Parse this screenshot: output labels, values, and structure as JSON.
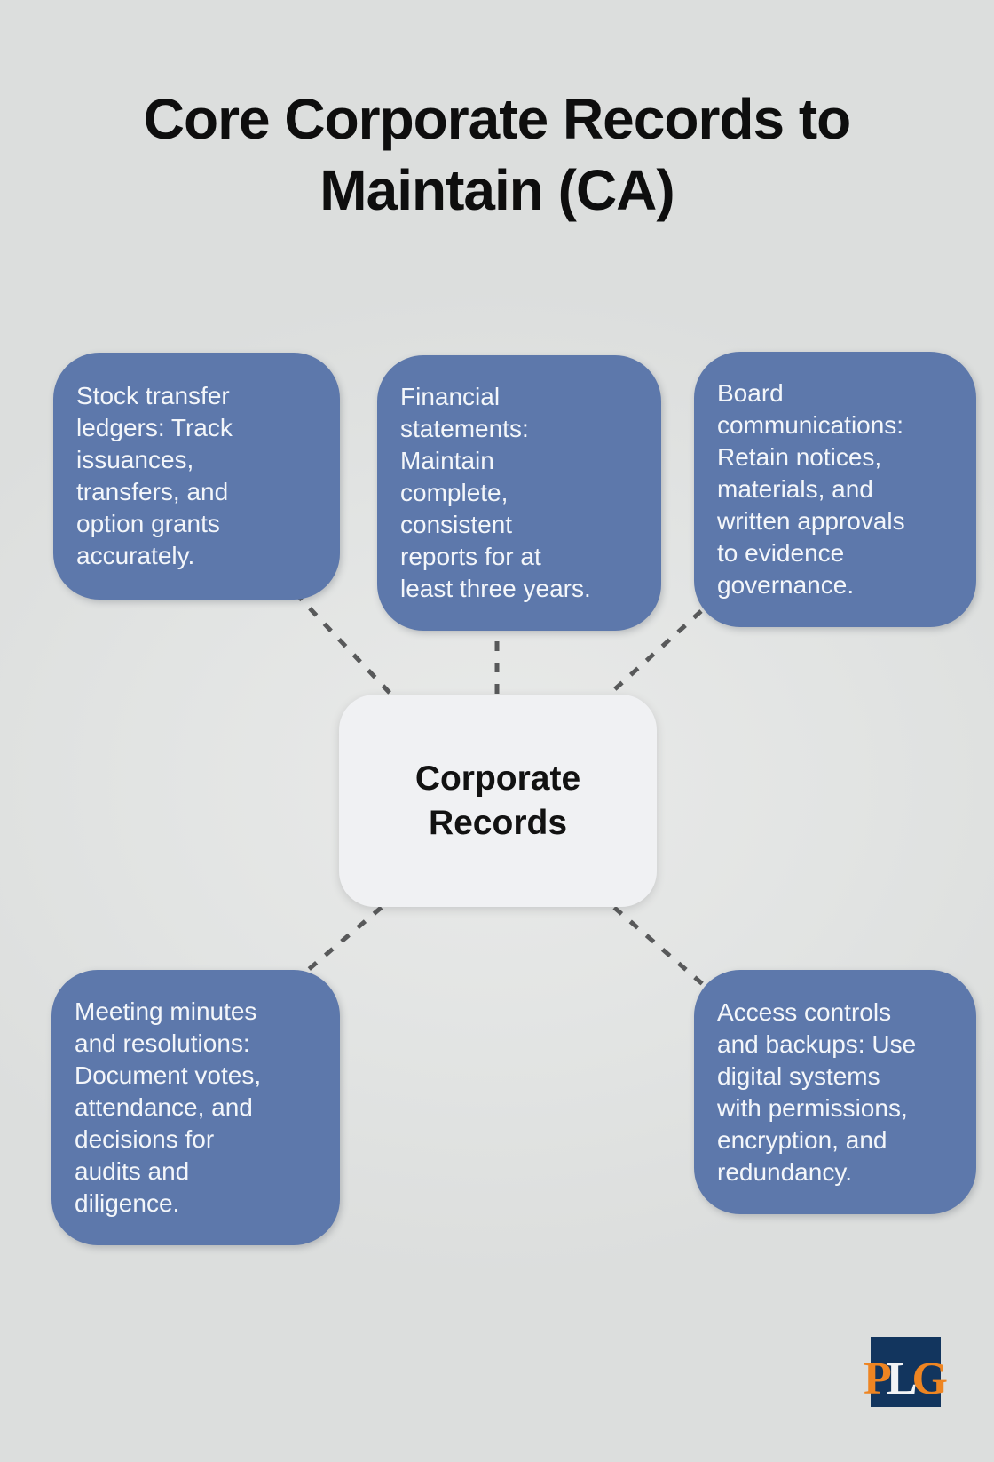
{
  "title": "Core Corporate Records to\nMaintain (CA)",
  "center": {
    "label": "Corporate\nRecords"
  },
  "nodes": [
    {
      "name": "stock-transfer-ledgers",
      "text": "Stock transfer\nledgers: Track\nissuances,\ntransfers, and\noption grants\naccurately."
    },
    {
      "name": "financial-statements",
      "text": "Financial\nstatements:\nMaintain\ncomplete,\nconsistent\nreports for at\nleast three years."
    },
    {
      "name": "board-communications",
      "text": "Board\ncommunications:\nRetain notices,\nmaterials, and\nwritten approvals\nto evidence\ngovernance."
    },
    {
      "name": "meeting-minutes-and-resolutions",
      "text": "Meeting minutes\nand resolutions:\nDocument votes,\nattendance, and\ndecisions for\naudits and\ndiligence."
    },
    {
      "name": "access-controls-and-backups",
      "text": "Access controls\nand backups: Use\ndigital systems\nwith permissions,\nencryption, and\nredundancy."
    }
  ],
  "logo": {
    "letters": [
      {
        "char": "P"
      },
      {
        "char": "L"
      },
      {
        "char": "G"
      }
    ]
  },
  "colors": {
    "canvas_bg": "#e0e2e1",
    "node_blue": "#5d78ab",
    "node_text": "#f3f6fa",
    "center_box_bg": "#f0f1f3",
    "title_text": "#0e0e0e",
    "connector_gray": "#58595a",
    "logo_navy": "#12355e",
    "logo_orange": "#ee8522",
    "logo_white": "#f2f3f5"
  }
}
